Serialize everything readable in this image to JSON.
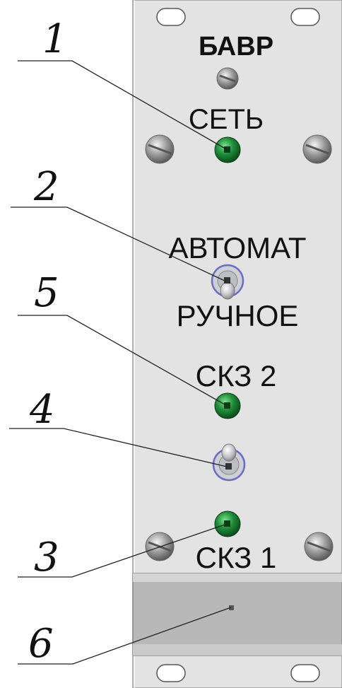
{
  "panel": {
    "title": "БАВР",
    "labels": {
      "network": "СЕТЬ",
      "auto": "АВТОМАТ",
      "manual": "РУЧНОЕ",
      "skz2": "СКЗ 2",
      "skz1": "СКЗ 1"
    }
  },
  "callouts": [
    "1",
    "2",
    "5",
    "4",
    "3",
    "6"
  ],
  "colors": {
    "panel": "#e3e3e3",
    "led_green": "#1f8f3a",
    "switch_ring": "#6b6fc4",
    "window": "#b8b8b8"
  }
}
